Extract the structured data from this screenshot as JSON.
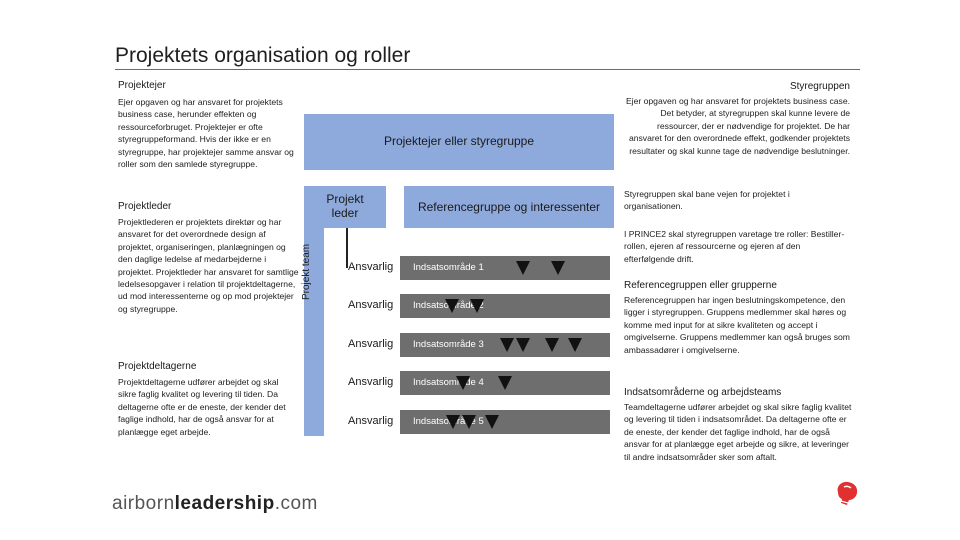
{
  "title": "Projektets organisation og roller",
  "left": {
    "owner_heading": "Projektejer",
    "owner_text": "Ejer opgaven og har ansvaret for projektets business case, herunder effekten og ressourceforbruget. Projektejer er ofte styregruppeformand. Hvis der ikke er en styregruppe, har projektejer samme ansvar og roller som den samlede styregruppe.",
    "leader_heading": "Projektleder",
    "leader_text": "Projektlederen er projektets direktør og har ansvaret for det overordnede design af projektet, organiseringen, planlægningen og den daglige ledelse af medarbejderne i projektet. Projektleder har ansvaret for samtlige ledelsesopgaver i relation til projektdeltagerne, ud mod interessenterne og op mod projektejer og styregruppe.",
    "participants_heading": "Projektdeltagerne",
    "participants_text": "Projektdeltagerne udfører arbejdet og skal sikre faglig kvalitet og levering til tiden. Da deltagerne ofte er de eneste, der kender det faglige indhold, har de også ansvar for at planlægge eget arbejde."
  },
  "right": {
    "steering_heading": "Styregruppen",
    "steering_text_1": "Ejer opgaven og har ansvaret for projektets business case. Det betyder, at styregruppen skal kunne levere de ressourcer, der er nødvendige for projektet. De har ansvaret for den overordnede effekt, godkender projektets resultater og skal kunne tage de nødvendige beslutninger.",
    "steering_text_2": "Styregruppen skal bane vejen for projektet i organisationen.",
    "steering_text_3": "I PRINCE2 skal styregruppen varetage tre roller: Bestiller-rollen, ejeren af ressourcerne og ejeren af den efterfølgende drift.",
    "reference_heading": "Referencegruppen eller grupperne",
    "reference_text": "Referencegruppen har ingen beslutningskompetence, den ligger i styregruppen. Gruppens medlemmer skal høres og komme med input for at sikre kvaliteten og accept i omgivelserne. Gruppens medlemmer kan også bruges som ambassadører i omgivelserne.",
    "areas_heading": "Indsatsområderne og arbejdsteams",
    "areas_text": "Teamdeltagerne udfører arbejdet og skal sikre faglig kvalitet og levering til tiden i indsatsområdet. Da deltagerne ofte er de eneste, der kender det faglige indhold, har de også ansvar for at planlægge eget arbejde og sikre, at leveringer til andre indsatsområder sker som aftalt."
  },
  "diagram": {
    "owner_box": "Projektejer eller styregruppe",
    "leader_box": "Projekt\nleder",
    "reference_box": "Referencegruppe og interessenter",
    "team_label": "Projekt team",
    "rows": [
      {
        "responsible": "Ansvarlig",
        "area": "Indsatsområde 1"
      },
      {
        "responsible": "Ansvarlig",
        "area": "Indsatsområde 2"
      },
      {
        "responsible": "Ansvarlig",
        "area": "Indsatsområde 3"
      },
      {
        "responsible": "Ansvarlig",
        "area": "Indsatsområde 4"
      },
      {
        "responsible": "Ansvarlig",
        "area": "Indsatsområde 5"
      }
    ],
    "colors": {
      "box": "#8ea9db",
      "band": "#6e6e6e",
      "marker": "#111111",
      "logo_accent": "#e03030"
    }
  },
  "logo": {
    "light": "airborn",
    "bold": "leadership",
    "suffix": ".com"
  }
}
